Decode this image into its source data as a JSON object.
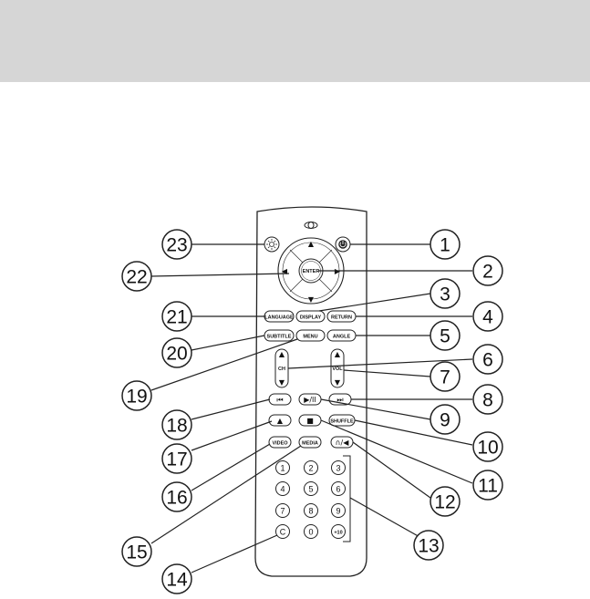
{
  "callouts": [
    "1",
    "2",
    "3",
    "4",
    "5",
    "6",
    "7",
    "8",
    "9",
    "10",
    "11",
    "12",
    "13",
    "14",
    "15",
    "16",
    "17",
    "18",
    "19",
    "20",
    "21",
    "22",
    "23"
  ],
  "buttons": {
    "enter": "ENTER",
    "language": "LANGUAGE",
    "display": "DISPLAY",
    "return": "RETURN",
    "subtitle": "SUBTITLE",
    "menu": "MENU",
    "angle": "ANGLE",
    "ch": "CH",
    "vol": "VOL",
    "shuffle": "SHUFFLE",
    "video": "VIDEO",
    "media": "MEDIA",
    "skip_back": "⏮",
    "play_pause": "▶/II",
    "skip_forward": "⏭",
    "eject": "▲",
    "stop": "■",
    "headphone_mute": "∩/◀",
    "clear": "C",
    "plus10": "+10",
    "digits": [
      "1",
      "2",
      "3",
      "4",
      "5",
      "6",
      "7",
      "8",
      "9",
      "0"
    ]
  },
  "icons": {
    "up": "▲",
    "down": "▼",
    "left": "◀",
    "right": "▶"
  }
}
